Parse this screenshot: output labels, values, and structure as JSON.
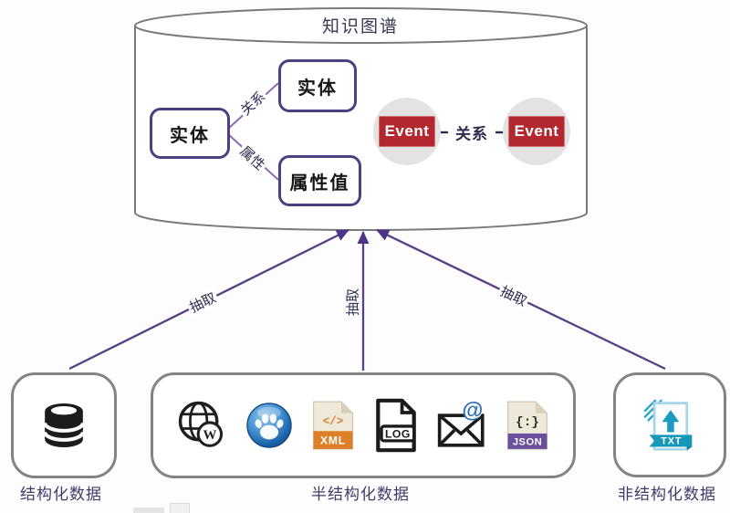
{
  "diagram": {
    "title": "知识图谱",
    "kg": {
      "entity_left": "实体",
      "entity_top": "实体",
      "attr_value": "属性值",
      "relation_label": "关系",
      "attribute_label": "属性",
      "event_left": "Event",
      "event_right": "Event",
      "event_relation_label": "关系"
    },
    "arrows": {
      "left_label": "抽取",
      "middle_label": "抽取",
      "right_label": "抽取"
    },
    "sources": {
      "structured_label": "结构化数据",
      "semi_structured_label": "半结构化数据",
      "unstructured_label": "非结构化数据",
      "icon_names": [
        "database-icon",
        "wikipedia-globe-icon",
        "baidu-paw-icon",
        "xml-file-icon",
        "log-file-icon",
        "email-at-icon",
        "json-file-icon",
        "txt-file-icon"
      ],
      "wiki_letter": "W",
      "at_symbol": "@",
      "xml_glyph": "</>",
      "xml_badge": "XML",
      "log_badge": "LOG",
      "json_glyph": "{:}",
      "json_badge": "JSON",
      "txt_badge": "TXT"
    },
    "colors": {
      "arrow_purple": "#554086",
      "node_border": "#4c4180",
      "connector_purple": "#8d6bb0",
      "event_red": "#b3282f",
      "event_circle_gray": "#e3e3e3",
      "cylinder_stroke": "#7a7a7a",
      "xml_orange": "#dd8029",
      "json_purple": "#6a4f9e",
      "txt_teal": "#1a9cc0",
      "baidu_blue": "#2f7cc4",
      "email_at_blue": "#2f6fb4"
    }
  }
}
